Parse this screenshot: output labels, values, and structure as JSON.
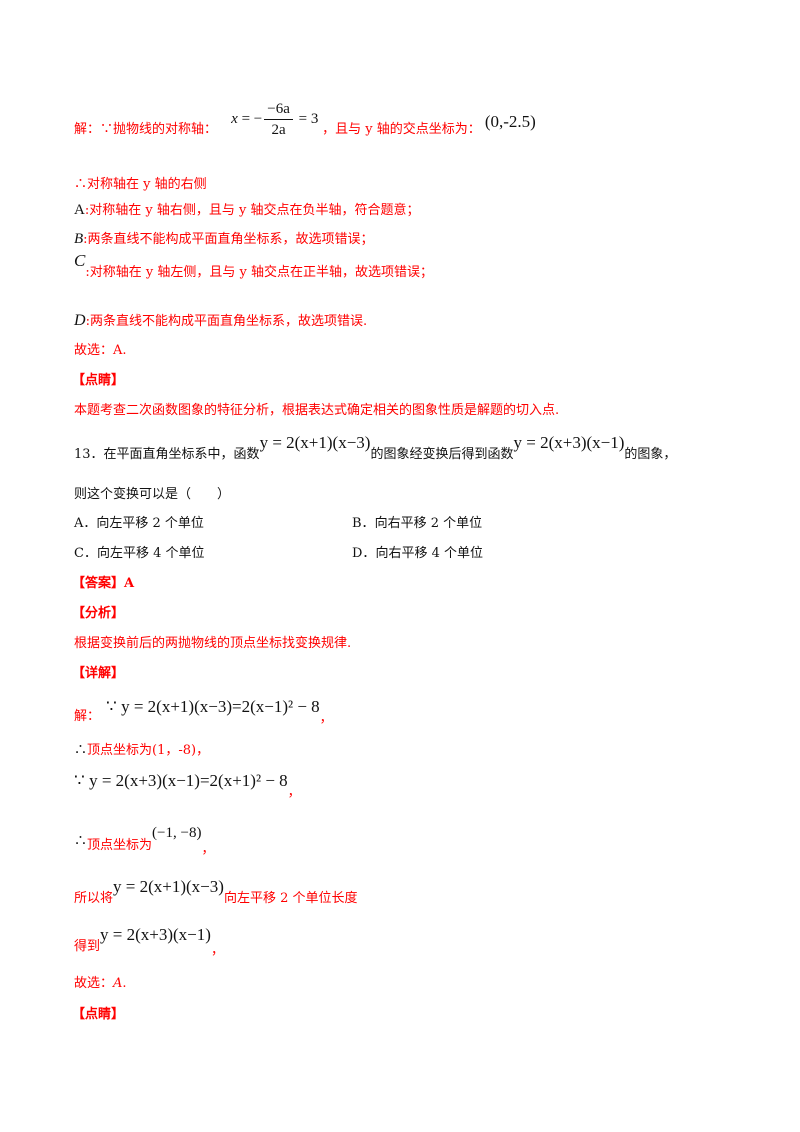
{
  "solution_12": {
    "line1": {
      "prefix": "解：∵抛物线的对称轴：",
      "axis_formula": {
        "lhs": "x = −",
        "numerator": "−6a",
        "denominator": "2a",
        "rhs": "= 3"
      },
      "middle": "，且与 y 轴的交点坐标为：",
      "point": "(0,-2.5)"
    },
    "line2": "∴对称轴在 y 轴的右侧",
    "options_analysis": [
      {
        "label": "A",
        "text": ":对称轴在 y 轴右侧，且与 y 轴交点在负半轴，符合题意；"
      },
      {
        "label": "B",
        "text": ":两条直线不能构成平面直角坐标系，故选项错误；"
      },
      {
        "label": "C",
        "text": ":对称轴在 y 轴左侧，且与 y 轴交点在正半轴，故选项错误；"
      },
      {
        "label": "D",
        "text": ":两条直线不能构成平面直角坐标系，故选项错误."
      }
    ],
    "conclusion": "故选：A.",
    "comment_header": "【点睛】",
    "comment_text": "本题考查二次函数图象的特征分析，根据表达式确定相关的图象性质是解题的切入点."
  },
  "question_13": {
    "number": "13．",
    "stem_part1": "在平面直角坐标系中，函数",
    "func1": "y = 2(x+1)(x−3)",
    "stem_part2": "的图象经变换后得到函数",
    "func2": "y = 2(x+3)(x−1)",
    "stem_part3": "的图象，",
    "stem_line2": "则这个变换可以是（　　）",
    "options": [
      {
        "label": "A．",
        "text": "向左平移 2 个单位"
      },
      {
        "label": "B．",
        "text": "向右平移 2 个单位"
      },
      {
        "label": "C．",
        "text": "向左平移 4 个单位"
      },
      {
        "label": "D．",
        "text": "向右平移 4 个单位"
      }
    ],
    "answer_header": "【答案】",
    "answer_value": "A",
    "analysis_header": "【分析】",
    "analysis_text": "根据变换前后的两抛物线的顶点坐标找变换规律.",
    "detail_header": "【详解】",
    "detail": {
      "step1_prefix": "解：",
      "step1_math": "∵ y = 2(x+1)(x−3)=2(x−1)² − 8",
      "step1_suffix": "，",
      "step2_prefix": "∴",
      "step2_text": "顶点坐标为(1，-8)，",
      "step3_math": "∵ y = 2(x+3)(x−1)=2(x+1)² − 8",
      "step3_suffix": "，",
      "step4_prefix": "∴",
      "step4_text": "顶点坐标为",
      "step4_math": "(−1, −8)",
      "step4_suffix": "，",
      "step5_text1": "所以将",
      "step5_math": "y = 2(x+1)(x−3)",
      "step5_text2": "向左平移 2 个单位长度",
      "step6_text": "得到",
      "step6_math": "y = 2(x+3)(x−1)",
      "step6_suffix": "，",
      "conclusion_prefix": "故选：",
      "conclusion_value": "A",
      "conclusion_suffix": "."
    },
    "comment_header": "【点睛】"
  },
  "colors": {
    "accent_red": "#ff0000",
    "text_black": "#111111",
    "background": "#ffffff"
  }
}
